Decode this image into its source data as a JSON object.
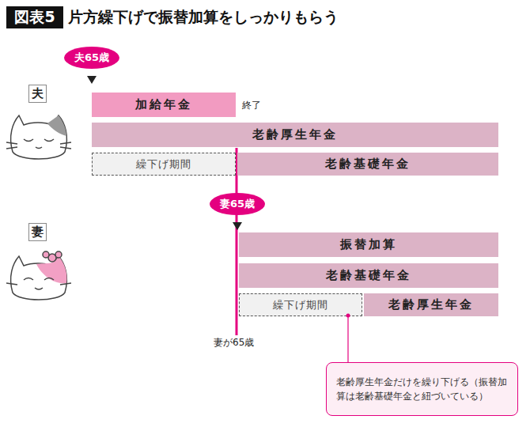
{
  "diagram": {
    "title": "片方繰下げで振替加算をしっかりもらう",
    "nodes": [
      {
        "text": [
          "図表5"
        ]
      },
      {
        "text": [
          "夫65歳"
        ]
      },
      {
        "text": [
          "夫"
        ]
      },
      {
        "text": [
          "加給年金"
        ]
      },
      {
        "text": [
          "老齢厚生年金"
        ]
      },
      {
        "text": [
          "繰下げ期間"
        ]
      },
      {
        "text": [
          "老齢基礎年金"
        ]
      },
      {
        "text": [
          "妻65歳"
        ]
      },
      {
        "text": [
          "妻"
        ]
      },
      {
        "text": [
          "振替加算"
        ]
      },
      {
        "text": [
          "老齢基礎年金"
        ]
      },
      {
        "text": [
          "繰下げ期間"
        ]
      },
      {
        "text": [
          "老齢厚生年金"
        ]
      },
      {
        "text": [
          "老齢厚生年金だけを繰り下げる（振替加算は老齢基礎年金と紐づいている）"
        ]
      }
    ],
    "edges": [
      {
        "from": 13,
        "to": 11,
        "arrow": "none"
      }
    ],
    "labels": [
      "終了",
      "妻が65歳"
    ]
  }
}
